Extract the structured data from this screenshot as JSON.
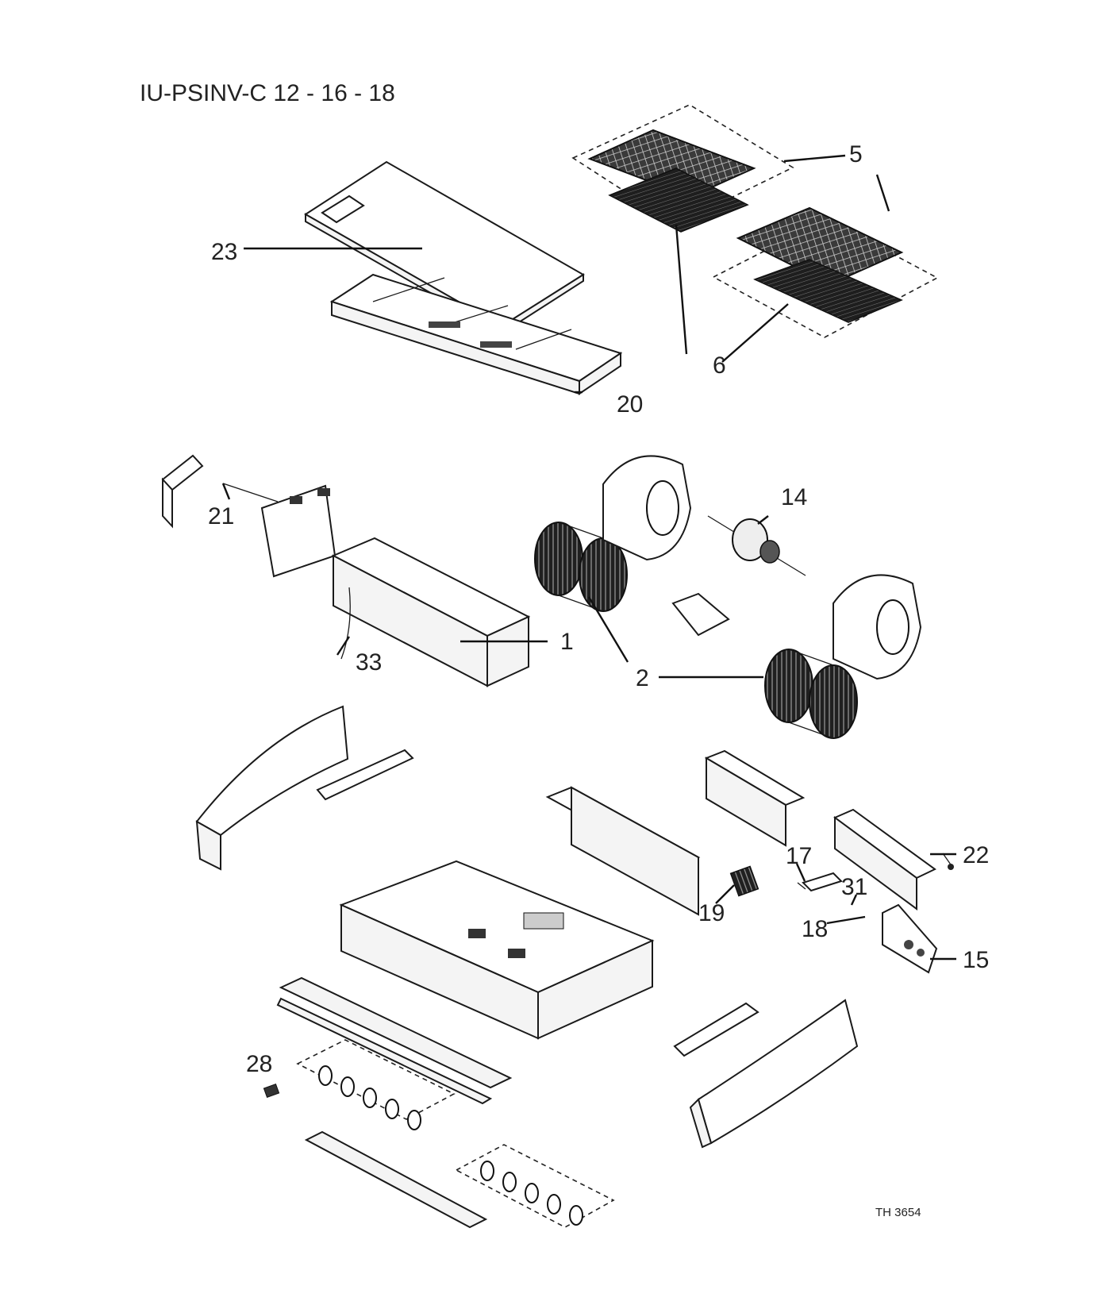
{
  "title": "IU-PSINV-C 12 - 16 - 18",
  "drawing_code": "TH 3654",
  "callouts": {
    "p1": "1",
    "p2": "2",
    "p5": "5",
    "p6": "6",
    "p14": "14",
    "p15": "15",
    "p17": "17",
    "p18": "18",
    "p19": "19",
    "p20": "20",
    "p21": "21",
    "p22": "22",
    "p23": "23",
    "p28": "28",
    "p31": "31",
    "p33": "33"
  }
}
